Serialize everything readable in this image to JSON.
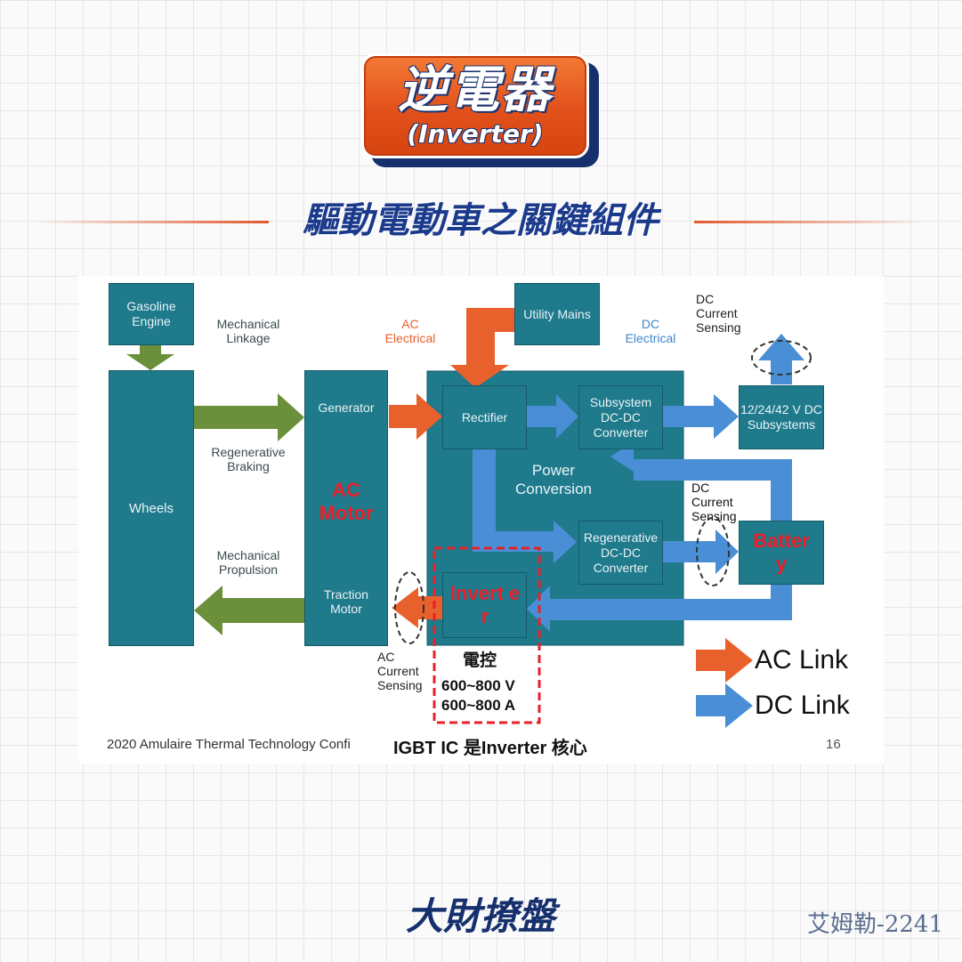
{
  "header": {
    "title_main": "逆電器",
    "title_sub": "(Inverter)",
    "subtitle": "驅動電動車之關鍵組件"
  },
  "diagram": {
    "gasoline_engine": "Gasoline Engine",
    "mechanical_linkage": "Mechanical Linkage",
    "ac_electrical": "AC Electrical",
    "utility_mains": "Utility Mains",
    "dc_electrical": "DC Electrical",
    "dc_current_sensing_top": "DC Current Sensing",
    "wheels": "Wheels",
    "generator": "Generator",
    "ac_motor": "AC Motor",
    "traction_motor": "Traction Motor",
    "rectifier": "Rectifier",
    "subsystem_converter": "Subsystem DC-DC Converter",
    "subsystems": "12/24/42 V DC Subsystems",
    "power_conversion": "Power Conversion",
    "regenerative_braking": "Regenerative Braking",
    "mechanical_propulsion": "Mechanical Propulsion",
    "dc_current_sensing_mid": "DC Current Sensing",
    "regen_converter": "Regenerative DC-DC Converter",
    "battery": "Batter y",
    "inverter": "Invert er",
    "ac_current_sensing": "AC Current Sensing",
    "control_label": "電控",
    "voltage": "600~800 V",
    "current": "600~800 A"
  },
  "legend": {
    "ac_link": "AC Link",
    "dc_link": "DC Link"
  },
  "footer": {
    "source": "2020 Amulaire Thermal Technology Confi",
    "caption": "IGBT IC 是Inverter 核心",
    "page": "16"
  },
  "brand": "大財撩盤",
  "signature": "艾姆勒-2241",
  "colors": {
    "teal_box": "#1f7a8c",
    "orange_arrow": "#e8602c",
    "blue_arrow": "#4a8fd6",
    "green_arrow": "#6b8f3a",
    "red_text": "#e8202a"
  }
}
